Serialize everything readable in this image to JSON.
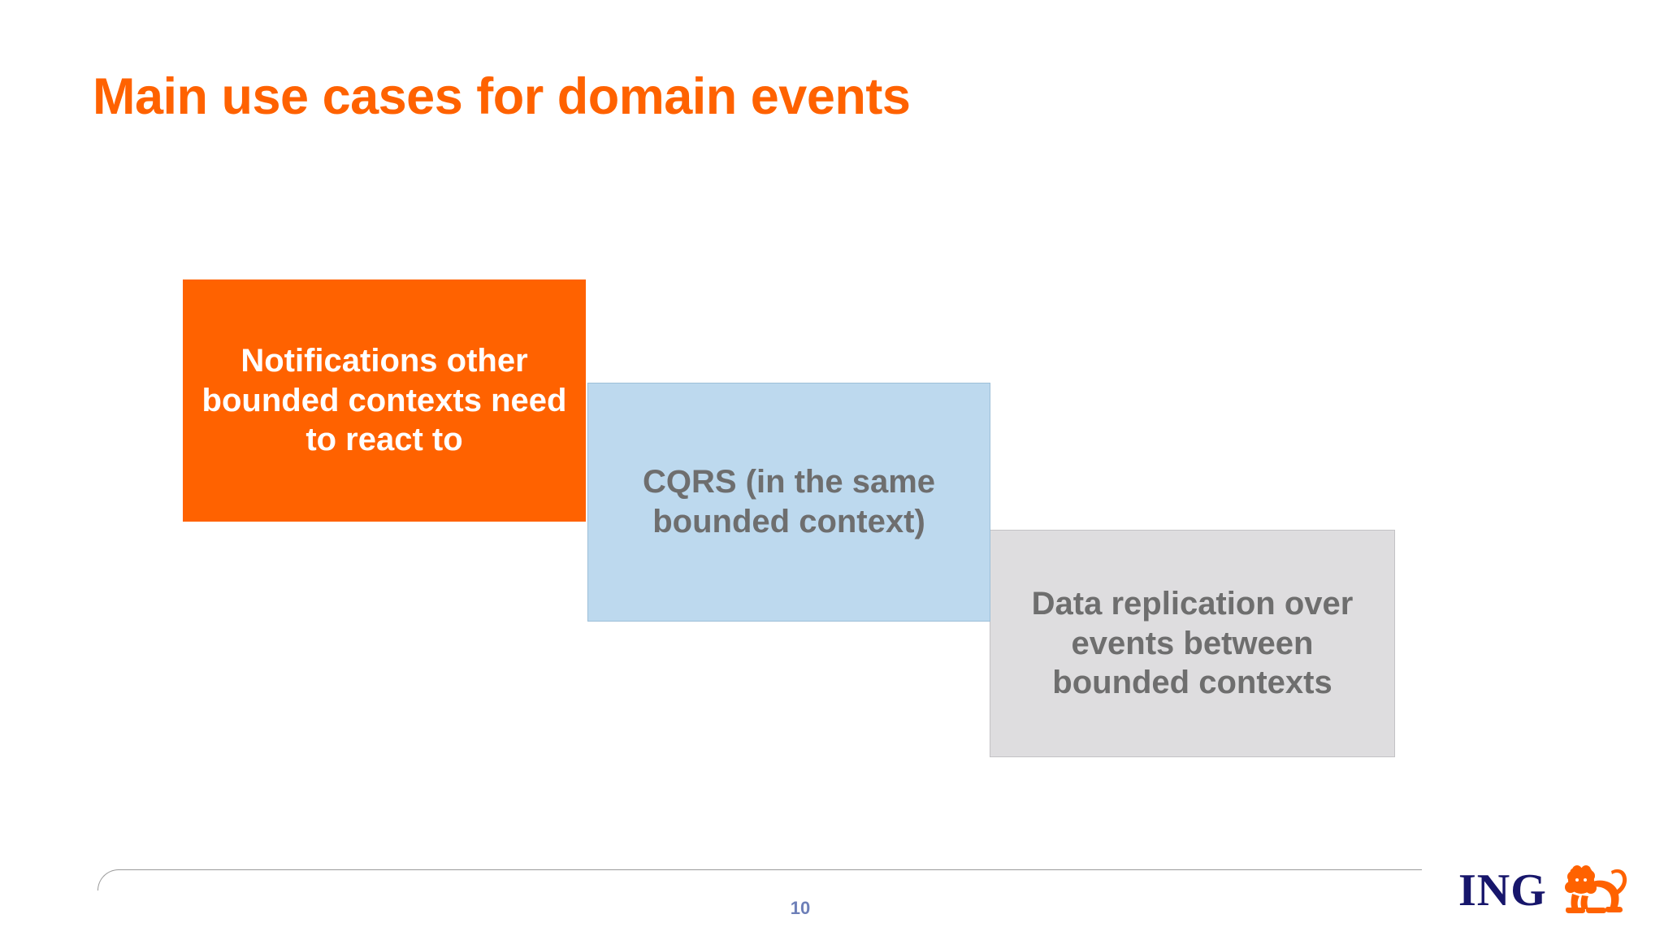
{
  "slide": {
    "title": "Main use cases for domain events",
    "background_color": "#ffffff",
    "accent_color": "#FF6200",
    "page_number": "10",
    "page_number_color": "#6D7FB8",
    "footer_rule_color": "#9a9a9a"
  },
  "diagram": {
    "type": "staircase",
    "boxes": [
      {
        "id": "notifications",
        "text": "Notifications other bounded contexts need to react to",
        "fill": "#FF6200",
        "text_color": "#FFFFFF",
        "order": 1
      },
      {
        "id": "cqrs",
        "text": "CQRS (in the same bounded context)",
        "fill": "#BDD9EE",
        "text_color": "#6E6E6E",
        "order": 2
      },
      {
        "id": "replication",
        "text": "Data replication over events between bounded contexts",
        "fill": "#DEDDDF",
        "text_color": "#6E6E6E",
        "order": 3
      }
    ]
  },
  "logo": {
    "wordmark": "ING",
    "wordmark_color": "#17166B",
    "lion_color": "#FF6200",
    "icon_name": "ing-lion-icon"
  }
}
